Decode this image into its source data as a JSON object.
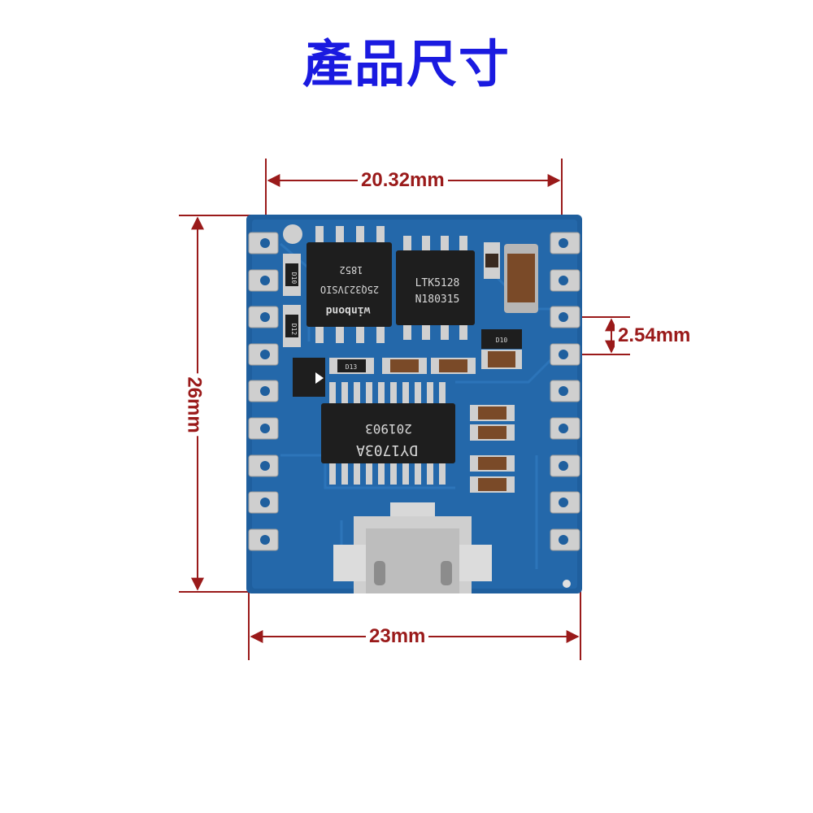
{
  "title": "產品尺寸",
  "dimensions": {
    "top_width": "20.32mm",
    "pitch": "2.54mm",
    "height": "26mm",
    "bottom_width": "23mm"
  },
  "board": {
    "flash_chip": {
      "line1": "1852",
      "line2": "25Q32JVSIO",
      "line3": "winbond"
    },
    "amp_chip": {
      "line1": "LTK5128",
      "line2": "N180315"
    },
    "main_chip": {
      "line1": "201903",
      "line2": "DY1703A"
    },
    "small_labels": [
      "D10",
      "D12",
      "D13",
      "D10"
    ]
  },
  "colors": {
    "title": "#1a1ae0",
    "dimension": "#9a1a1a",
    "pcb": "#1f5f9e"
  }
}
